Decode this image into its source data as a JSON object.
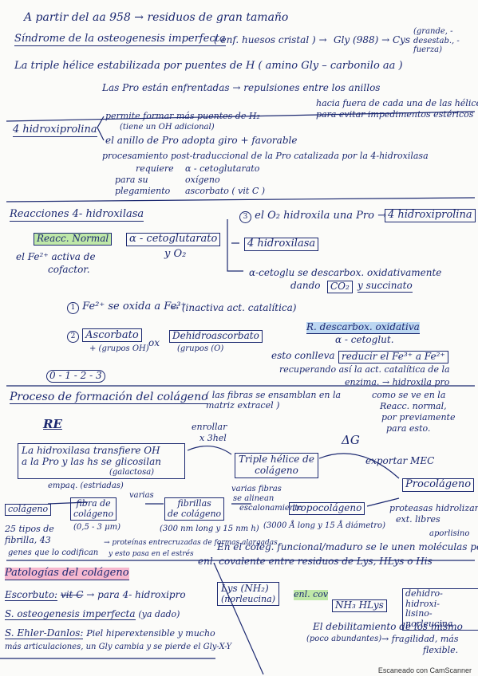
{
  "lines": {
    "l1": "A partir del aa 958 → residuos de gran tamaño",
    "l2": "Síndrome de la osteogenesis imperfecta",
    "l2b": "( enf. huesos cristal ) →",
    "l2c": "Gly (988) → Cys",
    "l2d": "(grande, - desestab., - fuerza)",
    "l3": "La triple hélice estabilizada por puentes de H ( amino Gly – carbonilo aa )",
    "l4": "Las Pro están enfrentadas → repulsiones entre los anillos",
    "l4b": "hacia fuera de cada una de las hélices",
    "l4c": "para evitar impedimentos estéricos",
    "l5": "4 hidroxiprolina",
    "l5a": "permite formar más puentes de H₂",
    "l5b": "(tiene un OH adicional)",
    "l6": "el anillo de Pro adopta giro + favorable",
    "l7": "procesamiento post-traduccional de la Pro catalizada por la 4-hidroxilasa",
    "l8a": "requiere",
    "l8b": "α - cetoglutarato",
    "l8c": "para su",
    "l8d": "oxígeno",
    "l8e": "plegamiento",
    "l8f": "ascorbato ( vit C )",
    "l9": "Reacciones 4- hidroxilasa",
    "l9b": "el O₂ hidroxila una Pro →",
    "l9c": "4 hidroxiprolina",
    "l10a": "Reacc. Normal",
    "l10b": "α - cetoglutarato",
    "l10c": "y O₂",
    "l10d": "4 hidroxilasa",
    "l11a": "el Fe²⁺ activa de",
    "l11b": "cofactor.",
    "l11c": "α-cetoglu se descarbox. oxidativamente",
    "l11d": "dando",
    "l11e": "CO₂",
    "l11f": "y succinato",
    "l12a": "Fe²⁺ se oxida a Fe³⁺",
    "l12b": "→ (inactiva act. catalítica)",
    "l13a": "Ascorbato",
    "l13b": "+ (grupos OH)",
    "l13c": "ox",
    "l13d": "Dehidroascorbato",
    "l13e": "(grupos (O)",
    "l13f": "R. descarbox. oxidativa",
    "l13g": "α - cetoglut.",
    "l14a": "esto conlleva",
    "l14b": "reducir el Fe³⁺ a Fe²⁺",
    "l14c": "recuperando así la act. catalítica de la",
    "l14d": "enzima. → hidroxila pro",
    "l14e": "como se ve en la",
    "l14f": "Reacc. normal,",
    "l14g": "por previamente",
    "l14h": "para esto.",
    "l15": "0 - 1 - 2 - 3",
    "l16": "Proceso de formación del colágeno",
    "l16b": "( las fibras se ensamblan en la matriz extracel )",
    "re": "RE",
    "dg": "ΔG",
    "l17a": "enrollar",
    "l17b": "x 3hel",
    "l18a": "La hidroxilasa transfiere OH",
    "l18b": "a la Pro y las hs se glicosilan",
    "l18c": "(galactosa)",
    "l18d": "Triple hélice de",
    "l18e": "colágeno",
    "l18f": "exportar MEC",
    "l19": "Procolágeno",
    "l20a": "empaq. (estriadas)",
    "l20b": "varias",
    "l20c": "varias fibras",
    "l20d": "se alinean",
    "l20e": "escalonamiento",
    "l21a": "colágeno",
    "l21b": "fibra de",
    "l21c": "colágeno",
    "l21d": "(0,5 - 3 μm)",
    "l21e": "fibrillas",
    "l21f": "de colágeno",
    "l21g": "(300 nm long y 15 nm h)",
    "l21h": "tropocolágeno",
    "l21i": "(3000 Å long y 15 Å diámetro)",
    "l21j": "proteasas hidrolizan",
    "l21k": "ext. libres",
    "l22a": "25 tipos de",
    "l22b": "fibrilla, 43",
    "l22c": "genes que lo codifican",
    "l22d": "→ proteínas entrecruzadas de formas alargadas",
    "l22e": "y esto pasa en el estrés",
    "l23": "En el coleg. funcional/maduro se le unen moléculas por",
    "l23b": "enl. covalente entre residuos de Lys, HLys o His",
    "l23c": "aporlisino",
    "l24": "Patologías del colágeno",
    "l25a": "Escorbuto:",
    "l25b": "vit C",
    "l25c": "→ para 4- hidroxipro",
    "l26a": "S. osteogenesis imperfecta",
    "l26b": "(ya dado)",
    "l27a": "S. Ehler-Danlos:",
    "l27b": "Piel hiperextensible y mucho",
    "l27c": "más articulaciones, un Gly cambia y se pierde el Gly-X-Y",
    "l28a": "Lys (NH₂)",
    "l28b": "(norleucina)",
    "l28c": "enl. cov",
    "l28d": "NH₃ HLys",
    "l28e": "dehidro-hidroxi-",
    "l28f": "lisino-norleucina",
    "l29a": "El debilitamiento de los mismo",
    "l29b": "(poco abundantes)",
    "l29c": "→ fragilidad, más",
    "l29d": "flexible.",
    "footer": "Escaneado con CamScanner"
  },
  "colors": {
    "ink": "#1b2870",
    "highlight_green": "#bfe8a8",
    "highlight_blue": "#bcd7f2",
    "highlight_pink": "#f6b8cf"
  }
}
